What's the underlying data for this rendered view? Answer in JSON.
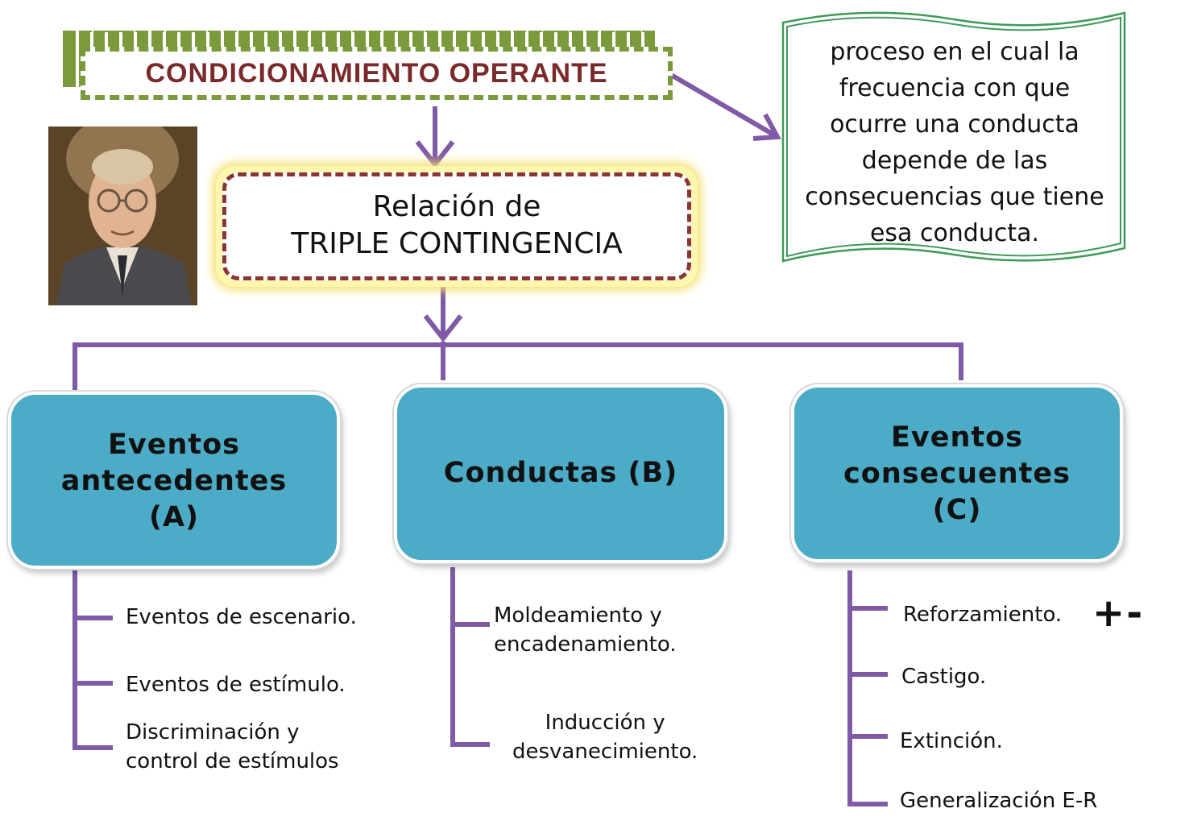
{
  "title": "CONDICIONAMIENTO OPERANTE",
  "definition": [
    "proceso en el cual la",
    "frecuencia con que",
    "ocurre una conducta",
    "depende de las",
    "consecuencias que tiene",
    "esa conducta."
  ],
  "relation": {
    "line1": "Relación de",
    "line2": "TRIPLE CONTINGENCIA"
  },
  "columns": [
    {
      "heading": [
        "Eventos",
        "antecedentes",
        "(A)"
      ],
      "items": [
        [
          "Eventos de escenario."
        ],
        [
          "Eventos de estímulo."
        ],
        [
          "Discriminación y",
          "control de estímulos"
        ]
      ]
    },
    {
      "heading": [
        "Conductas (B)"
      ],
      "items": [
        [
          "Moldeamiento y",
          "encadenamiento."
        ],
        [
          "Inducción y",
          "desvanecimiento."
        ]
      ]
    },
    {
      "heading": [
        "Eventos",
        "consecuentes",
        "(C)"
      ],
      "items": [
        [
          "Reforzamiento."
        ],
        [
          "Castigo."
        ],
        [
          "Extinción."
        ],
        [
          "Generalización E-R"
        ]
      ]
    }
  ],
  "reinforcement_sign": "+-",
  "colors": {
    "connector": "#7f5aa6",
    "title_text": "#7a2a2a",
    "title_border": "#7a9a3c",
    "card_fill": "#4cabc6",
    "triple_border": "#8a3535",
    "definition_border": "#3f9a5a"
  },
  "portrait_icon": "person-portrait-icon"
}
